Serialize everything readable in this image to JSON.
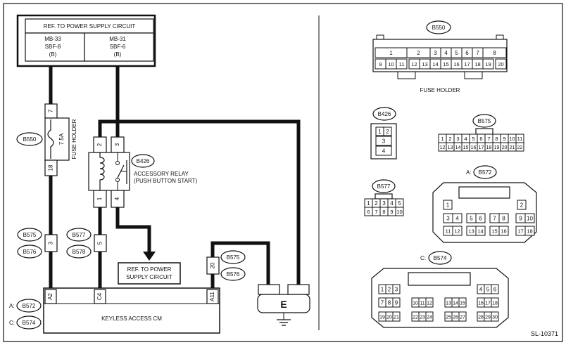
{
  "diagram_id": "SL-10371",
  "power_ref": {
    "title": "REF. TO POWER SUPPLY CIRCUIT",
    "left": [
      "MB-33",
      "SBF-8",
      "(B)"
    ],
    "right": [
      "MB-31",
      "SBF-6",
      "(B)"
    ]
  },
  "fuse": {
    "connector": "B550",
    "label": "FUSE HOLDER",
    "rating": "7.5A",
    "pin_top": "7",
    "pin_bottom": "18"
  },
  "relay": {
    "connector": "B426",
    "label1": "ACCESSORY RELAY",
    "label2": "(PUSH BUTTON START)",
    "pins": [
      "2",
      "3",
      "1",
      "4"
    ]
  },
  "joint_left": {
    "c1": "B575",
    "c2": "B576",
    "pin": "3"
  },
  "joint_mid": {
    "c1": "B577",
    "c2": "B578",
    "pin": "5"
  },
  "joint_right": {
    "c1": "B575",
    "c2": "B576",
    "pin": "20"
  },
  "ref_box": [
    "REF. TO POWER",
    "SUPPLY CIRCUIT"
  ],
  "cm": {
    "label": "KEYLESS ACCESS CM",
    "conn_a": "A:",
    "conn_a_id": "B572",
    "conn_c": "C:",
    "conn_c_id": "B574",
    "pins": [
      "A2",
      "C4",
      "A11"
    ]
  },
  "ground": "E",
  "views": {
    "b550": {
      "id": "B550",
      "label": "FUSE HOLDER",
      "row1": [
        "1",
        "2",
        "3",
        "4",
        "5",
        "6",
        "7",
        "8"
      ],
      "row2": [
        "9",
        "10",
        "11",
        "12",
        "13",
        "14",
        "15",
        "16",
        "17",
        "18",
        "19",
        "20"
      ]
    },
    "b426": {
      "id": "B426",
      "pins": [
        "1",
        "2",
        "3",
        "4"
      ]
    },
    "b575": {
      "id": "B575",
      "row1": [
        "1",
        "2",
        "3",
        "4",
        "5",
        "6",
        "7",
        "8",
        "9",
        "10",
        "11"
      ],
      "row2": [
        "12",
        "13",
        "14",
        "15",
        "16",
        "17",
        "18",
        "19",
        "20",
        "21",
        "22"
      ]
    },
    "b577": {
      "id": "B577",
      "row1": [
        "1",
        "2",
        "3",
        "4",
        "5"
      ],
      "row2": [
        "6",
        "7",
        "8",
        "9",
        "10"
      ]
    },
    "b572": {
      "prefix": "A:",
      "id": "B572",
      "pins": [
        "1",
        "2",
        "3",
        "4",
        "5",
        "6",
        "7",
        "8",
        "9",
        "10",
        "11",
        "12",
        "13",
        "14",
        "15",
        "16",
        "17",
        "18"
      ]
    },
    "b574": {
      "prefix": "C:",
      "id": "B574",
      "pins": [
        "1",
        "2",
        "3",
        "4",
        "5",
        "6",
        "7",
        "8",
        "9",
        "10",
        "11",
        "12",
        "13",
        "14",
        "15",
        "16",
        "17",
        "18",
        "19",
        "20",
        "21",
        "22",
        "23",
        "24",
        "25",
        "26",
        "27",
        "28",
        "29",
        "30"
      ]
    }
  }
}
